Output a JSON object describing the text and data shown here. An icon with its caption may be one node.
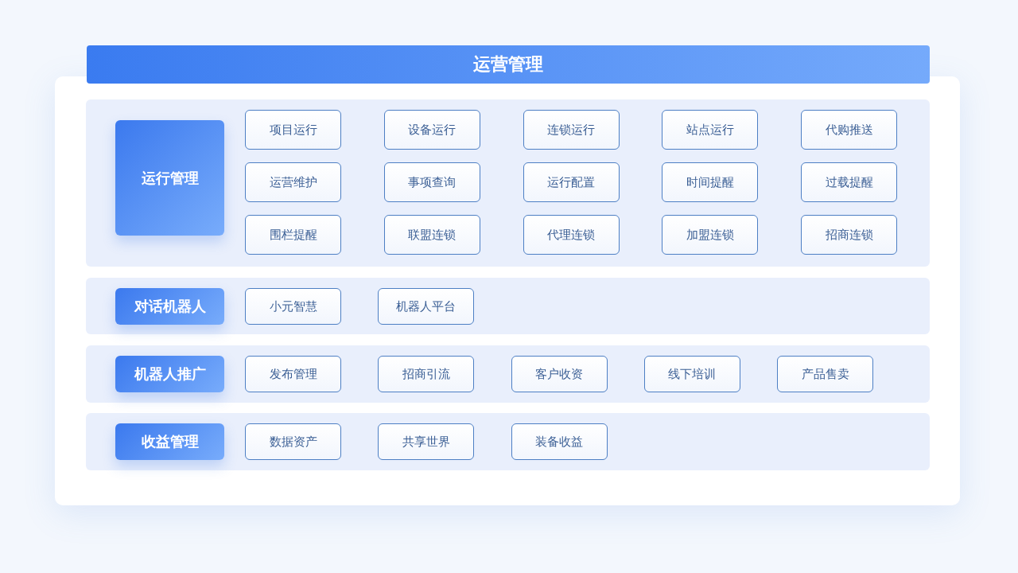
{
  "diagram": {
    "nodes": [
      {
        "text": [
          "运营管理"
        ]
      },
      {
        "text": [],
        "shape": "box"
      },
      {
        "text": [
          "运行管理"
        ],
        "in": 1
      },
      {
        "text": [
          "项目运行"
        ],
        "in": 1
      },
      {
        "text": [
          "设备运行"
        ],
        "in": 1
      },
      {
        "text": [
          "连锁运行"
        ],
        "in": 1
      },
      {
        "text": [
          "站点运行"
        ],
        "in": 1
      },
      {
        "text": [
          "代购推送"
        ],
        "in": 1
      },
      {
        "text": [
          "运营维护"
        ],
        "in": 1
      },
      {
        "text": [
          "事项查询"
        ],
        "in": 1
      },
      {
        "text": [
          "运行配置"
        ],
        "in": 1
      },
      {
        "text": [
          "时间提醒"
        ],
        "in": 1
      },
      {
        "text": [
          "过载提醒"
        ],
        "in": 1
      },
      {
        "text": [
          "围栏提醒"
        ],
        "in": 1
      },
      {
        "text": [
          "联盟连锁"
        ],
        "in": 1
      },
      {
        "text": [
          "代理连锁"
        ],
        "in": 1
      },
      {
        "text": [
          "加盟连锁"
        ],
        "in": 1
      },
      {
        "text": [
          "招商连锁"
        ],
        "in": 1
      },
      {
        "text": [],
        "shape": "box"
      },
      {
        "text": [
          "对话机器人"
        ],
        "in": 18
      },
      {
        "text": [
          "小元智慧"
        ],
        "in": 18
      },
      {
        "text": [
          "机器人平台"
        ],
        "in": 18
      },
      {
        "text": [],
        "shape": "box"
      },
      {
        "text": [
          "机器人推广"
        ],
        "in": 22
      },
      {
        "text": [
          "发布管理"
        ],
        "in": 22
      },
      {
        "text": [
          "招商引流"
        ],
        "in": 22
      },
      {
        "text": [
          "客户收资"
        ],
        "in": 22
      },
      {
        "text": [
          "线下培训"
        ],
        "in": 22
      },
      {
        "text": [
          "产品售卖"
        ],
        "in": 22
      },
      {
        "text": [],
        "shape": "box"
      },
      {
        "text": [
          "收益管理"
        ],
        "in": 29
      },
      {
        "text": [
          "数据资产"
        ],
        "in": 29
      },
      {
        "text": [
          "共享世界"
        ],
        "in": 29
      },
      {
        "text": [
          "装备收益"
        ],
        "in": 29
      }
    ],
    "edges": []
  }
}
